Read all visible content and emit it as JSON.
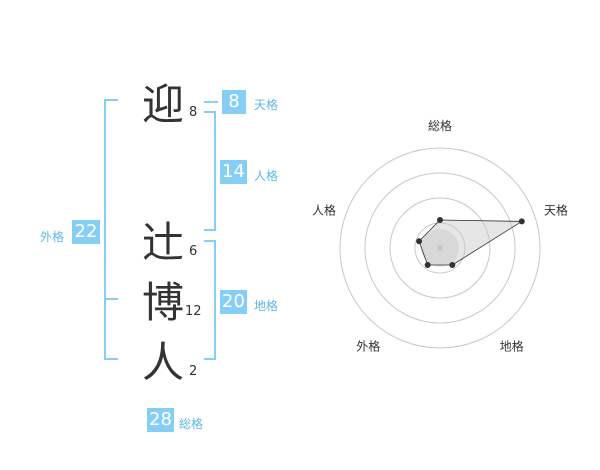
{
  "name": {
    "surname": [
      {
        "char": "迎",
        "strokes": "8"
      }
    ],
    "given": [
      {
        "char": "辻",
        "strokes": "6"
      },
      {
        "char": "博",
        "strokes": "12"
      },
      {
        "char": "人",
        "strokes": "2"
      }
    ]
  },
  "kaku": {
    "tenkaku": {
      "value": "8",
      "label": "天格"
    },
    "jinkaku": {
      "value": "14",
      "label": "人格"
    },
    "chikaku": {
      "value": "20",
      "label": "地格"
    },
    "gaikaku": {
      "value": "22",
      "label": "外格"
    },
    "soukaku": {
      "value": "28",
      "label": "総格"
    }
  },
  "colors": {
    "accent": "#87cef7",
    "accent_text": "#5cb8ea",
    "text": "#333333"
  },
  "chart_data": {
    "type": "radar",
    "axes": [
      "総格",
      "天格",
      "地格",
      "外格",
      "人格"
    ],
    "values": [
      0.28,
      0.86,
      0.21,
      0.21,
      0.22
    ],
    "range": [
      0,
      1
    ],
    "rings": 4
  }
}
